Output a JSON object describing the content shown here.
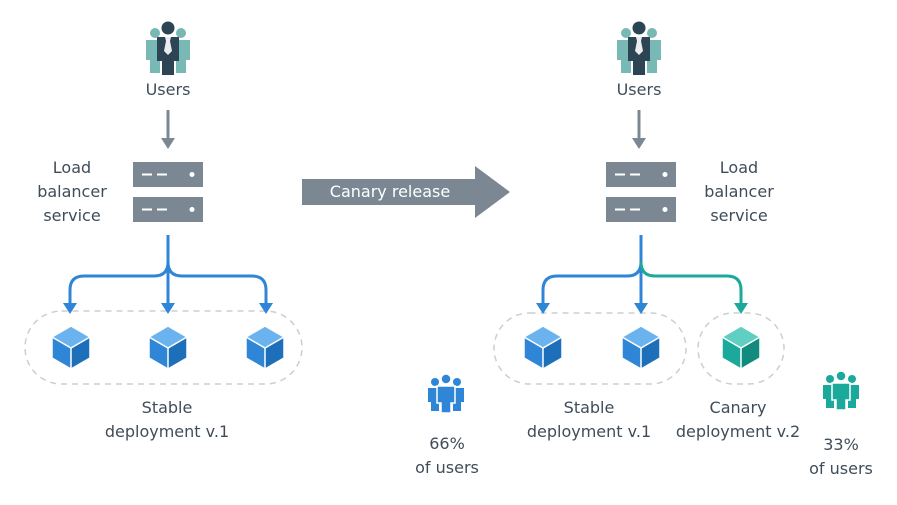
{
  "left": {
    "users_label": "Users",
    "lb_line1": "Load",
    "lb_line2": "balancer",
    "lb_line3": "service",
    "stable_line1": "Stable",
    "stable_line2": "deployment v.1"
  },
  "middle": {
    "release_label": "Canary release"
  },
  "right": {
    "users_label": "Users",
    "lb_line1": "Load",
    "lb_line2": "balancer",
    "lb_line3": "service",
    "stable_line1": "Stable",
    "stable_line2": "deployment v.1",
    "canary_line1": "Canary",
    "canary_line2": "deployment v.2",
    "stable_share_pct": "66%",
    "stable_share_text": "of users",
    "canary_share_pct": "33%",
    "canary_share_text": "of users"
  },
  "colors": {
    "stable_blue": "#2f86d6",
    "canary_teal": "#1aa99a",
    "server_gray": "#7b8894",
    "arrow_gray": "#7b8894",
    "text_dark": "#3f4d5a",
    "dash_gray": "#c9cfd5",
    "users_teal": "#78b8b5",
    "users_navy": "#2d4454"
  },
  "icons": {
    "users": "users-group-icon",
    "server": "server-icon",
    "cube": "cube-icon"
  }
}
